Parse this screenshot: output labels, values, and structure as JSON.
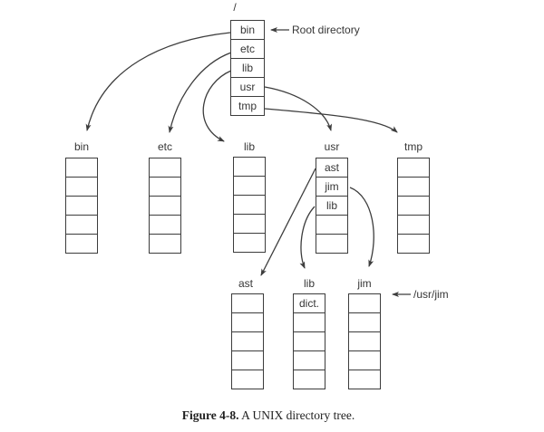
{
  "figure": {
    "root": {
      "label": "/",
      "entries": [
        "bin",
        "etc",
        "lib",
        "usr",
        "tmp"
      ]
    },
    "level2": [
      {
        "label": "bin",
        "entries": [
          "",
          "",
          "",
          "",
          ""
        ]
      },
      {
        "label": "etc",
        "entries": [
          "",
          "",
          "",
          "",
          ""
        ]
      },
      {
        "label": "lib",
        "entries": [
          "",
          "",
          "",
          "",
          ""
        ]
      },
      {
        "label": "usr",
        "entries": [
          "ast",
          "jim",
          "lib",
          "",
          ""
        ]
      },
      {
        "label": "tmp",
        "entries": [
          "",
          "",
          "",
          "",
          ""
        ]
      }
    ],
    "level3": [
      {
        "label": "ast",
        "entries": [
          "",
          "",
          "",
          "",
          ""
        ]
      },
      {
        "label": "lib",
        "entries": [
          "dict.",
          "",
          "",
          "",
          ""
        ]
      },
      {
        "label": "jim",
        "entries": [
          "",
          "",
          "",
          "",
          ""
        ]
      }
    ],
    "annotations": {
      "root": "Root directory",
      "usr_jim": "/usr/jim"
    },
    "caption": {
      "bold": "Figure 4-8.",
      "text": "  A UNIX directory tree."
    }
  },
  "colors": {
    "line": "#3d3d3d",
    "text": "#363636",
    "background": "#ffffff"
  }
}
